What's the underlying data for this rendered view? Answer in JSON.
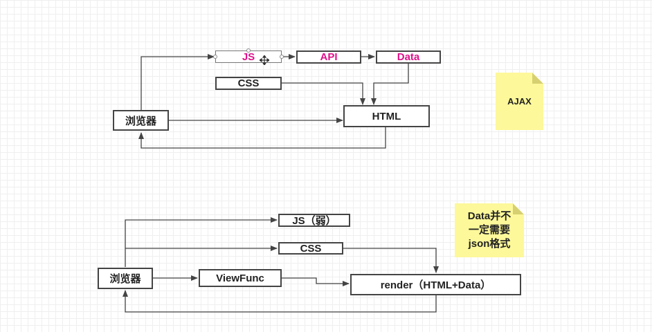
{
  "top_diagram": {
    "browser": "浏览器",
    "js": "JS",
    "api": "API",
    "data": "Data",
    "css": "CSS",
    "html": "HTML"
  },
  "ajax_note": "AJAX",
  "bottom_diagram": {
    "browser": "浏览器",
    "js": "JS（弱）",
    "css": "CSS",
    "viewfunc": "ViewFunc",
    "render": "render（HTML+Data）"
  },
  "data_note": "Data并不\n一定需要\njson格式",
  "colors": {
    "highlight_text": "#e0108a",
    "note_bg": "#fdf89a",
    "line": "#444444"
  },
  "icons": [
    "move-cursor-icon"
  ]
}
